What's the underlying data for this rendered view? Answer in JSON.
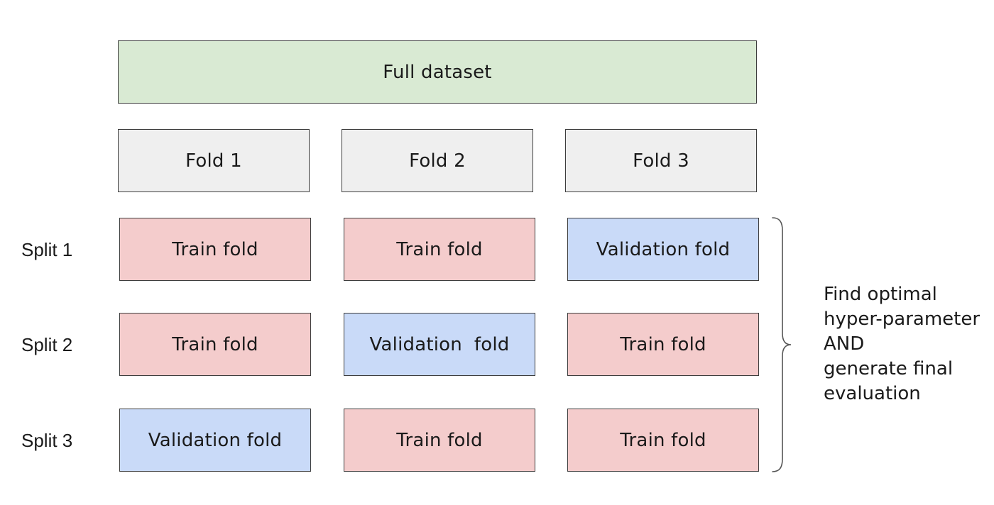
{
  "colors": {
    "full": "#d9ead3",
    "fold": "#efefef",
    "train": "#f4cccc",
    "validation": "#c9daf8"
  },
  "full_dataset": "Full dataset",
  "folds": [
    "Fold 1",
    "Fold 2",
    "Fold 3"
  ],
  "splits": [
    {
      "label": "Split 1",
      "cells": [
        {
          "text": "Train fold",
          "kind": "train"
        },
        {
          "text": "Train fold",
          "kind": "train"
        },
        {
          "text": "Validation fold",
          "kind": "validation"
        }
      ]
    },
    {
      "label": "Split 2",
      "cells": [
        {
          "text": "Train fold",
          "kind": "train"
        },
        {
          "text": "Validation  fold",
          "kind": "validation"
        },
        {
          "text": "Train fold",
          "kind": "train"
        }
      ]
    },
    {
      "label": "Split 3",
      "cells": [
        {
          "text": "Validation fold",
          "kind": "validation"
        },
        {
          "text": "Train fold",
          "kind": "train"
        },
        {
          "text": "Train fold",
          "kind": "train"
        }
      ]
    }
  ],
  "note": [
    "Find optimal",
    "hyper-parameter",
    "AND",
    "generate final",
    "evaluation"
  ]
}
